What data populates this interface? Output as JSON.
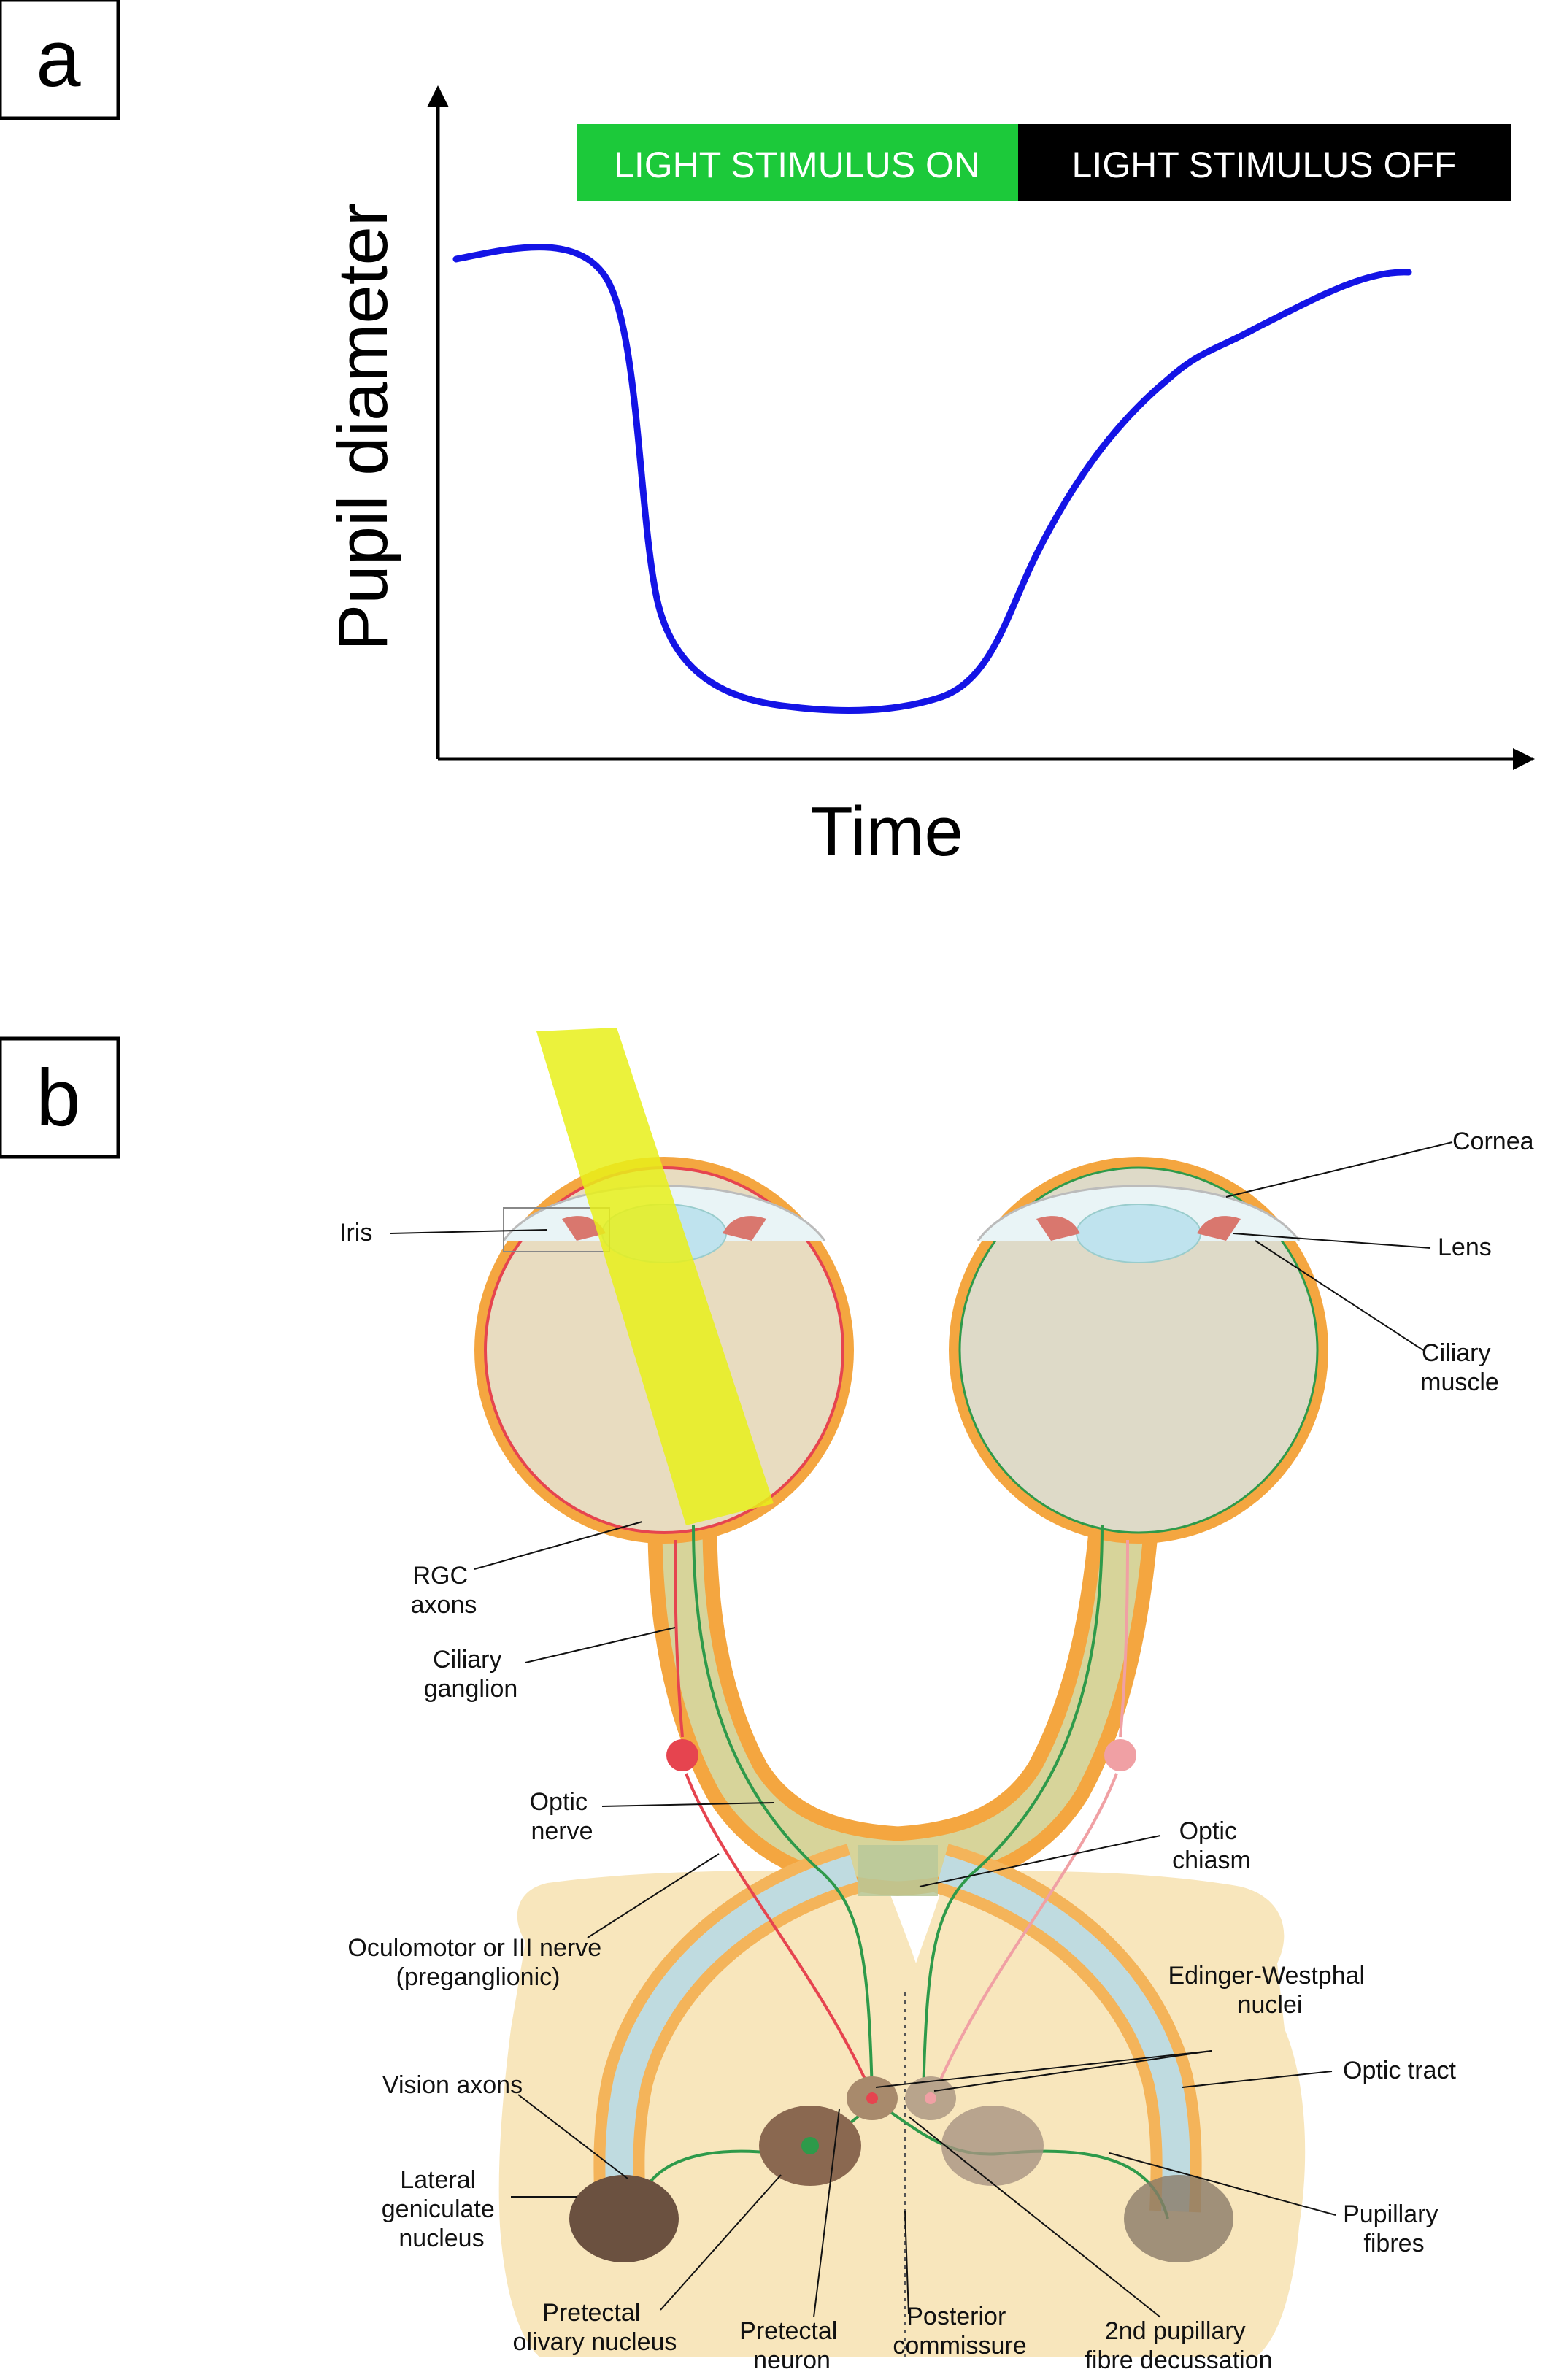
{
  "panel_a": {
    "letter": "a",
    "y_axis_title": "Pupil diameter",
    "x_axis_title": "Time",
    "banner_on": "LIGHT STIMULUS ON",
    "banner_off": "LIGHT STIMULUS OFF",
    "colors": {
      "curve": "#1414e6",
      "on": "#1cc93a",
      "off": "#000000"
    }
  },
  "panel_b": {
    "letter": "b",
    "labels": {
      "iris": "Iris",
      "cornea": "Cornea",
      "lens": "Lens",
      "ciliary_muscle": [
        "Ciliary",
        "muscle"
      ],
      "rgc_axons": [
        "RGC",
        "axons"
      ],
      "ciliary_ganglion": [
        "Ciliary",
        "ganglion"
      ],
      "optic_nerve": [
        "Optic",
        "nerve"
      ],
      "optic_chiasm": [
        "Optic",
        "chiasm"
      ],
      "oculomotor": [
        "Oculomotor or III nerve",
        "(preganglionic)"
      ],
      "edinger": [
        "Edinger-Westphal",
        "nuclei"
      ],
      "optic_tract": "Optic tract",
      "vision_axons": "Vision axons",
      "lgn": [
        "Lateral",
        "geniculate",
        "nucleus"
      ],
      "pupillary_fibres": [
        "Pupillary",
        "fibres"
      ],
      "pretectal_olivary": [
        "Pretectal",
        "olivary nucleus"
      ],
      "pretectal_neuron": [
        "Pretectal",
        "neuron"
      ],
      "posterior_commissure": [
        "Posterior",
        "commissure"
      ],
      "decussation": [
        "2nd pupillary",
        "fibre decussation"
      ]
    },
    "colors": {
      "light": "#e8f01a",
      "nerve": "#2e9a4a",
      "parasympathetic": "#e6444f",
      "brain": "#f8e6bc",
      "nucleus": "#6b5140"
    }
  }
}
